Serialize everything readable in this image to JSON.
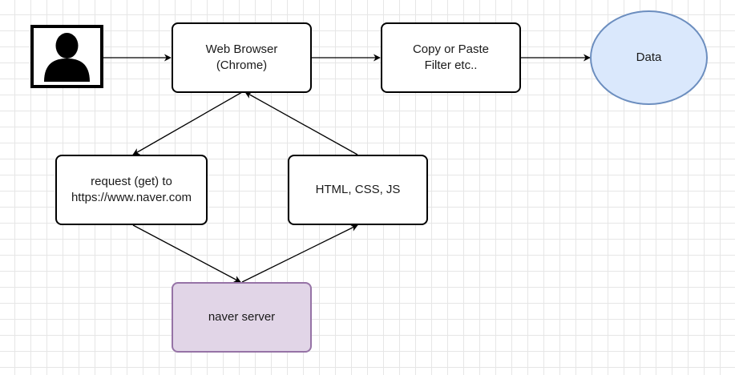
{
  "nodes": {
    "browser": {
      "line1": "Web Browser",
      "line2": "(Chrome)"
    },
    "copy": {
      "line1": "Copy or Paste",
      "line2": "Filter etc.."
    },
    "data": {
      "label": "Data"
    },
    "request": {
      "line1": "request (get) to",
      "line2": "https://www.naver.com"
    },
    "response": {
      "label": "HTML, CSS, JS"
    },
    "server": {
      "label": "naver server"
    }
  },
  "colors": {
    "server_fill": "#e1d5e7",
    "server_stroke": "#9673a6",
    "data_fill": "#dae8fc",
    "data_stroke": "#6c8ebf"
  },
  "icons": {
    "user": "user-icon"
  }
}
